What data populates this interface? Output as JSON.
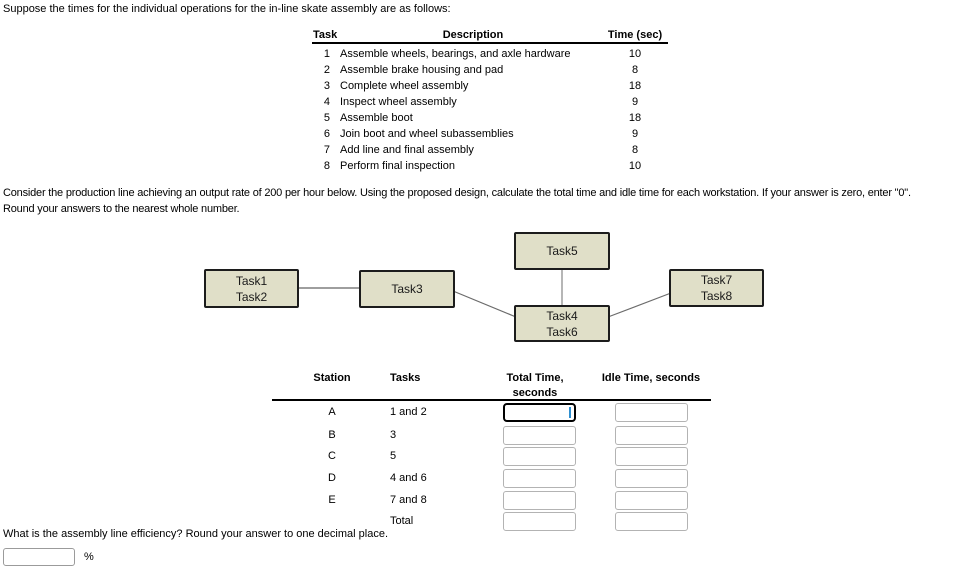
{
  "colors": {
    "diagram_box_fill": "#e0dfc8",
    "diagram_box_border": "#1c1c1c",
    "caret_blue": "#2f8fcf"
  },
  "intro": "Suppose the times for the individual operations for the in-line skate assembly are as follows:",
  "task_table": {
    "headers": {
      "task": "Task",
      "description": "Description",
      "time": "Time (sec)"
    },
    "rows": [
      {
        "task": "1",
        "description": "Assemble wheels, bearings, and axle hardware",
        "time": "10"
      },
      {
        "task": "2",
        "description": "Assemble brake housing and pad",
        "time": "8"
      },
      {
        "task": "3",
        "description": "Complete wheel assembly",
        "time": "18"
      },
      {
        "task": "4",
        "description": "Inspect wheel assembly",
        "time": "9"
      },
      {
        "task": "5",
        "description": "Assemble boot",
        "time": "18"
      },
      {
        "task": "6",
        "description": "Join boot and wheel subassemblies",
        "time": "9"
      },
      {
        "task": "7",
        "description": "Add line and final assembly",
        "time": "8"
      },
      {
        "task": "8",
        "description": "Perform final inspection",
        "time": "10"
      }
    ]
  },
  "instructions": {
    "line1": "Consider the production line achieving an output rate of 200 per hour below. Using the proposed design, calculate the total time and idle time for each workstation. If your answer is zero, enter \"0\".",
    "line2": "Round your answers to the nearest whole number."
  },
  "diagram": {
    "boxes": [
      {
        "id": "station-a",
        "lines": [
          "Task1",
          "Task2"
        ]
      },
      {
        "id": "station-b",
        "lines": [
          "Task3"
        ]
      },
      {
        "id": "station-c",
        "lines": [
          "Task5"
        ]
      },
      {
        "id": "station-d",
        "lines": [
          "Task4",
          "Task6"
        ]
      },
      {
        "id": "station-e",
        "lines": [
          "Task7",
          "Task8"
        ]
      }
    ]
  },
  "station_table": {
    "headers": {
      "station": "Station",
      "tasks": "Tasks",
      "total_time_line1": "Total Time,",
      "total_time_line2": "seconds",
      "idle_time": "Idle Time, seconds"
    },
    "rows": [
      {
        "station": "A",
        "tasks": "1 and 2",
        "total_time": "",
        "idle_time": ""
      },
      {
        "station": "B",
        "tasks": "3",
        "total_time": "",
        "idle_time": ""
      },
      {
        "station": "C",
        "tasks": "5",
        "total_time": "",
        "idle_time": ""
      },
      {
        "station": "D",
        "tasks": "4 and 6",
        "total_time": "",
        "idle_time": ""
      },
      {
        "station": "E",
        "tasks": "7 and 8",
        "total_time": "",
        "idle_time": ""
      },
      {
        "station": "",
        "tasks": "Total",
        "total_time": "",
        "idle_time": ""
      }
    ]
  },
  "efficiency": {
    "question": "What is the assembly line efficiency? Round your answer to one decimal place.",
    "value": "",
    "unit": "%"
  }
}
